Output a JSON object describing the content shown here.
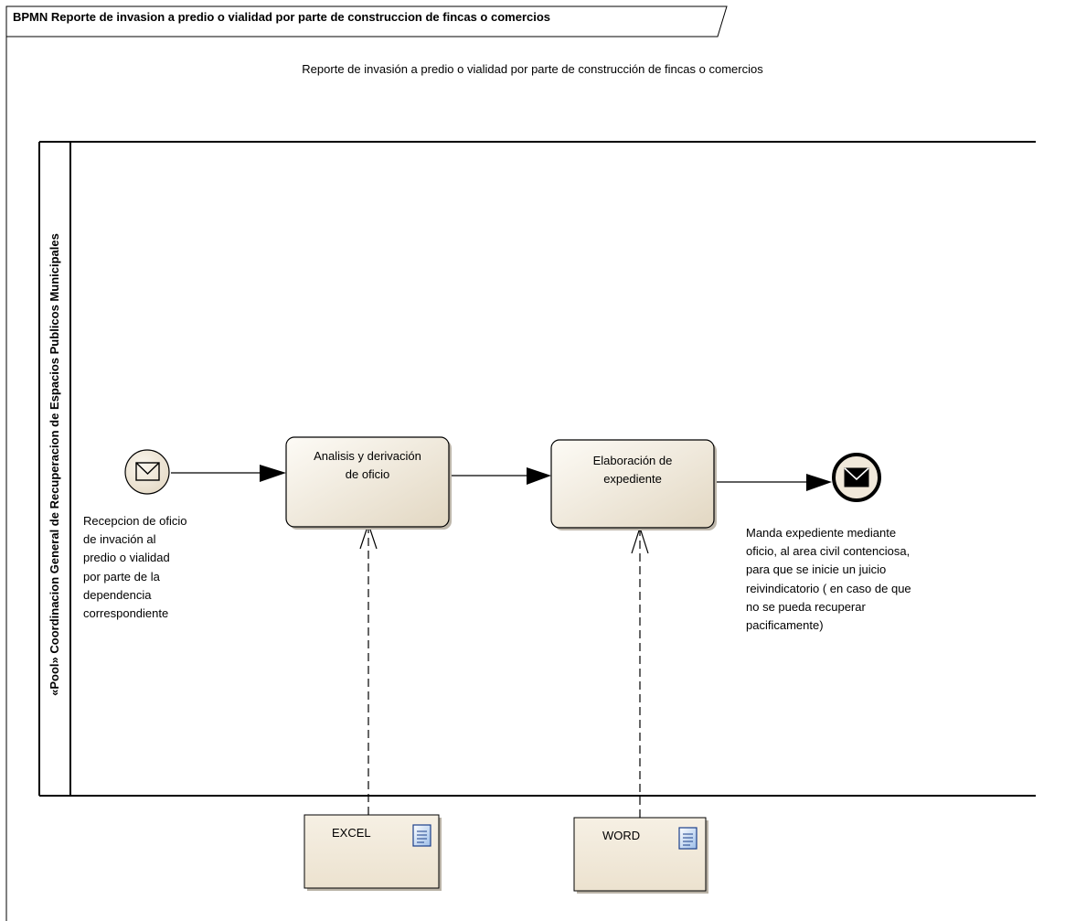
{
  "frame": {
    "title": "BPMN Reporte de invasion a predio o vialidad por parte de construccion de fincas o comercios"
  },
  "diagram": {
    "title": "Reporte de invasión a predio o vialidad por parte de construcción de fincas o comercios"
  },
  "pool": {
    "label": "«Pool» Coordinacion General de Recuperacion de Espacios Publicos Municipales"
  },
  "start_event": {
    "icon": "envelope-icon",
    "label_lines": [
      "Recepcion de oficio",
      "de invación al",
      "predio o vialidad",
      "por parte de la",
      "dependencia",
      "correspondiente"
    ]
  },
  "tasks": [
    {
      "label_lines": [
        "Analisis y derivación",
        "de oficio"
      ]
    },
    {
      "label_lines": [
        "Elaboración de",
        "expediente"
      ]
    }
  ],
  "end_event": {
    "icon": "envelope-filled-icon",
    "label_lines": [
      "Manda expediente mediante",
      "oficio,  al area civil contenciosa,",
      "para que se inicie un juicio",
      "reivindicatorio ( en caso de que",
      "no se pueda recuperar",
      "pacificamente)"
    ]
  },
  "artifacts": [
    {
      "label": "EXCEL",
      "icon": "document-icon"
    },
    {
      "label": "WORD",
      "icon": "document-icon"
    }
  ],
  "colors": {
    "task_fill_top": "#fbf8f1",
    "task_fill_bottom": "#e4dac6",
    "event_fill": "#efe6d6",
    "stroke": "#000000"
  }
}
